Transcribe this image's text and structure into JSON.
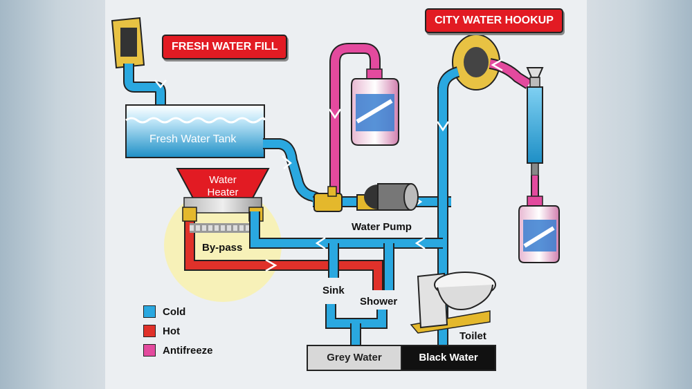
{
  "labels": {
    "fresh_water_fill": "FRESH WATER FILL",
    "city_water_hookup": "CITY WATER HOOKUP",
    "fresh_water_tank": "Fresh Water Tank",
    "water_heater_line1": "Water",
    "water_heater_line2": "Heater",
    "water_pump": "Water Pump",
    "bypass": "By-pass",
    "sink": "Sink",
    "shower": "Shower",
    "toilet": "Toilet",
    "grey_water": "Grey Water",
    "black_water": "Black Water"
  },
  "legend": [
    {
      "label": "Cold",
      "color": "#2aa8e0"
    },
    {
      "label": "Hot",
      "color": "#e0312a"
    },
    {
      "label": "Antifreeze",
      "color": "#e34a9e"
    }
  ],
  "colors": {
    "cold": "#2aa8e0",
    "hot": "#e0312a",
    "antifreeze": "#e34a9e",
    "tag_red": "#e21b23",
    "highlight": "#f7f1b8"
  }
}
